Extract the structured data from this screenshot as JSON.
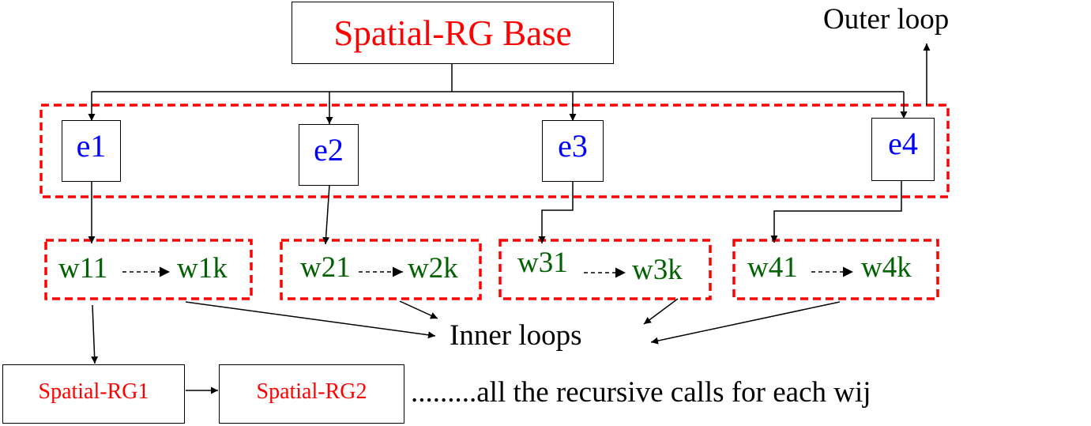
{
  "base": {
    "label": "Spatial-RG Base"
  },
  "outer_loop_label": "Outer loop",
  "elements": [
    {
      "label": "e1"
    },
    {
      "label": "e2"
    },
    {
      "label": "e3"
    },
    {
      "label": "e4"
    }
  ],
  "word_groups": [
    {
      "first": "w11",
      "last": "w1k"
    },
    {
      "first": "w21",
      "last": "w2k"
    },
    {
      "first": "w31",
      "last": "w3k"
    },
    {
      "first": "w41",
      "last": "w4k"
    }
  ],
  "inner_loops_label": "Inner loops",
  "recursive": {
    "call1": "Spatial-RG1",
    "call2": "Spatial-RG2",
    "note": ".........all the recursive calls for each wij"
  },
  "colors": {
    "title_text": "#ff0000",
    "element_text": "#0000ff",
    "word_text": "#006100",
    "dashed_border": "#ff0000"
  }
}
